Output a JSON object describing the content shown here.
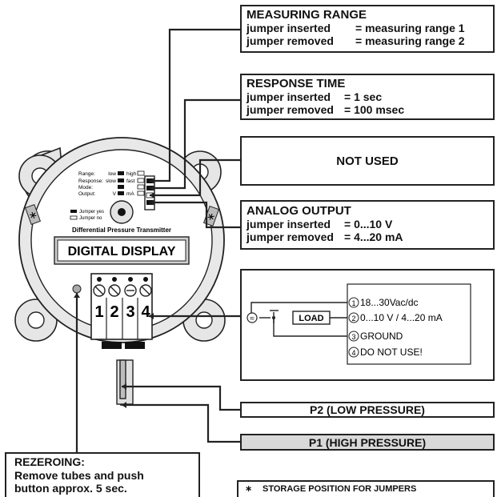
{
  "measuring_range": {
    "title": "MEASURING RANGE",
    "line1_key": "jumper inserted",
    "line1_val": "= measuring range 1",
    "line2_key": "jumper removed",
    "line2_val": "= measuring range 2"
  },
  "response_time": {
    "title": "RESPONSE TIME",
    "line1_key": "jumper inserted",
    "line1_val": "= 1 sec",
    "line2_key": "jumper removed",
    "line2_val": "= 100 msec"
  },
  "not_used": {
    "title": "NOT USED"
  },
  "analog_output": {
    "title": "ANALOG OUTPUT",
    "line1_key": "jumper inserted",
    "line1_val": "= 0...10 V",
    "line2_key": "jumper removed",
    "line2_val": "= 4...20 mA"
  },
  "wiring": {
    "load": "LOAD",
    "ac_symbol": "≈",
    "terminals": [
      {
        "num": "1",
        "label": "18...30Vac/dc"
      },
      {
        "num": "2",
        "label": "0...10 V / 4...20 mA"
      },
      {
        "num": "3",
        "label": "GROUND"
      },
      {
        "num": "4",
        "label": "DO NOT USE!"
      }
    ]
  },
  "p2": {
    "label": "P2 (LOW PRESSURE)"
  },
  "p1": {
    "label": "P1 (HIGH PRESSURE)"
  },
  "rezeroing": {
    "title": "REZEROING:",
    "line1": "Remove tubes and push",
    "line2": "button approx. 5 sec."
  },
  "storage": {
    "symbol": "∗",
    "label": "STORAGE POSITION FOR JUMPERS"
  },
  "device": {
    "name": "Differential Pressure Transmitter",
    "display": "DIGITAL DISPLAY",
    "star": "∗",
    "jumper_rows": [
      {
        "label": "Range:",
        "left": "low",
        "right": "high"
      },
      {
        "label": "Response:",
        "left": "slow",
        "right": "fast"
      },
      {
        "label": "Mode:",
        "left": "",
        "right": ""
      },
      {
        "label": "Output:",
        "left": "V",
        "right": "mA"
      }
    ],
    "legend_yes": "Jumper yes",
    "legend_no": "Jumper no",
    "terminal_numbers": [
      "1",
      "2",
      "3",
      "4"
    ]
  }
}
